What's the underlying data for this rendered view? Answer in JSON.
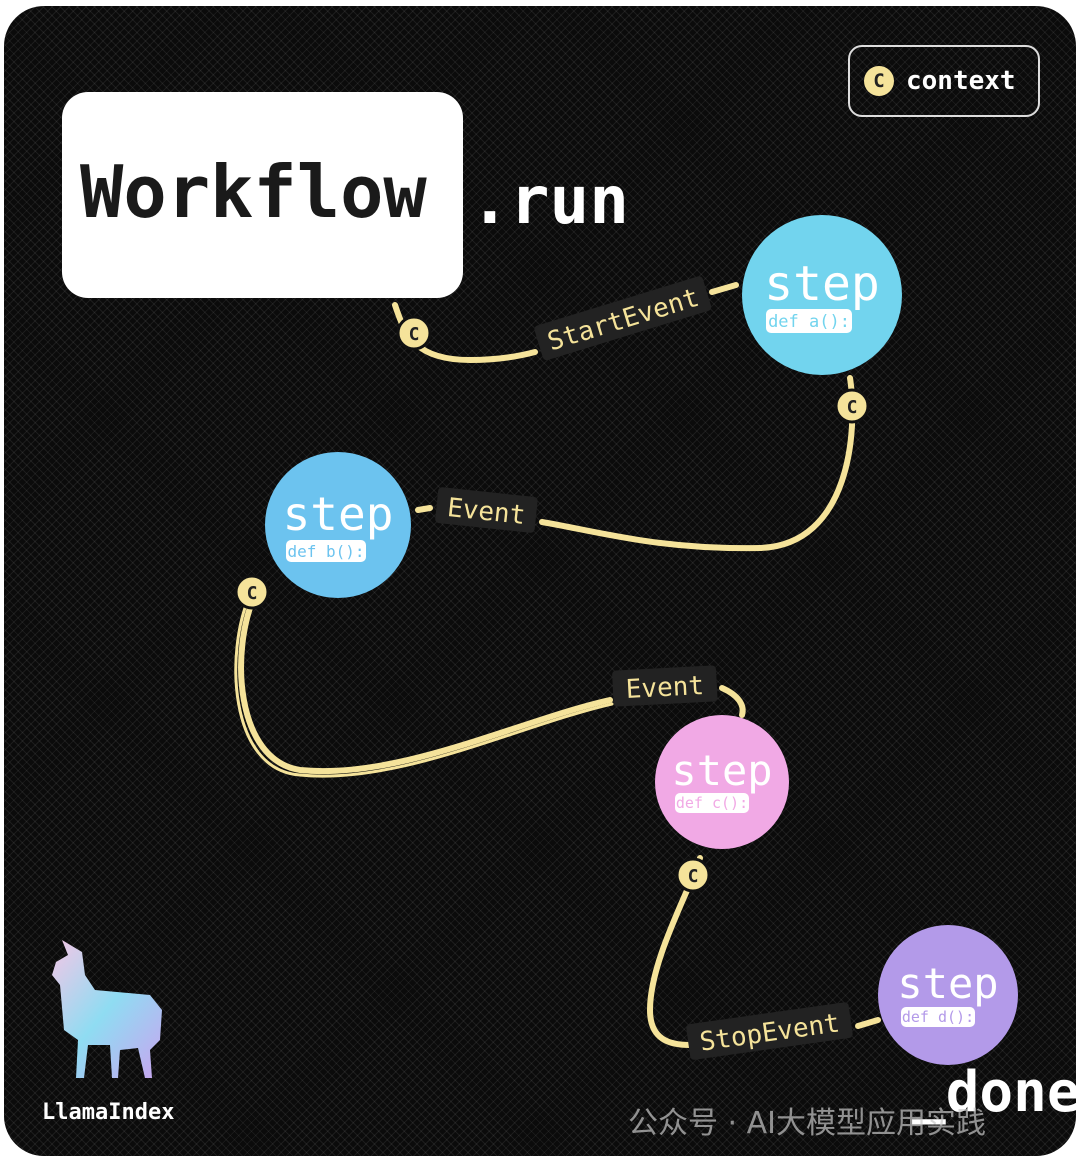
{
  "title": {
    "main": "Workflow",
    "suffix": ".run"
  },
  "context": {
    "icon": "C",
    "label": "context"
  },
  "steps": [
    {
      "label": "step",
      "func": "def a():",
      "color": "#72d4ee"
    },
    {
      "label": "step",
      "func": "def b():",
      "color": "#6cc3ef"
    },
    {
      "label": "step",
      "func": "def c():",
      "color": "#f1a9e5"
    },
    {
      "label": "step",
      "func": "def d():",
      "color": "#b39ae9"
    }
  ],
  "events": [
    "StartEvent",
    "Event",
    "Event",
    "StopEvent"
  ],
  "context_marker": "C",
  "done": "_done",
  "brand": "LlamaIndex",
  "watermark": "公众号 · AI大模型应用实践",
  "colors": {
    "edge": "#f5e39a",
    "background": "#0b0b0b"
  }
}
